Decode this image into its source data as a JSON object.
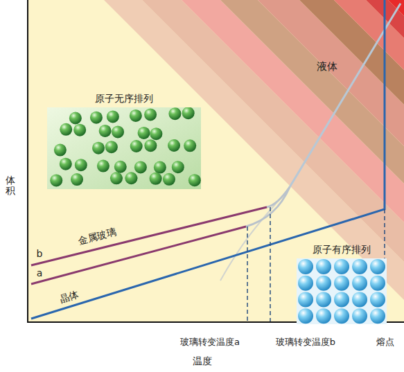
{
  "diagram": {
    "nodes": [
      {
        "text": [
          "原子无序排列"
        ]
      },
      {
        "text": [
          "原子有序排列"
        ]
      }
    ],
    "labels": [
      "液体",
      "金属玻璃",
      "b",
      "a",
      "晶体",
      "体积",
      "温度",
      "玻璃转变温度a",
      "玻璃转变温度b",
      "熔点"
    ]
  }
}
